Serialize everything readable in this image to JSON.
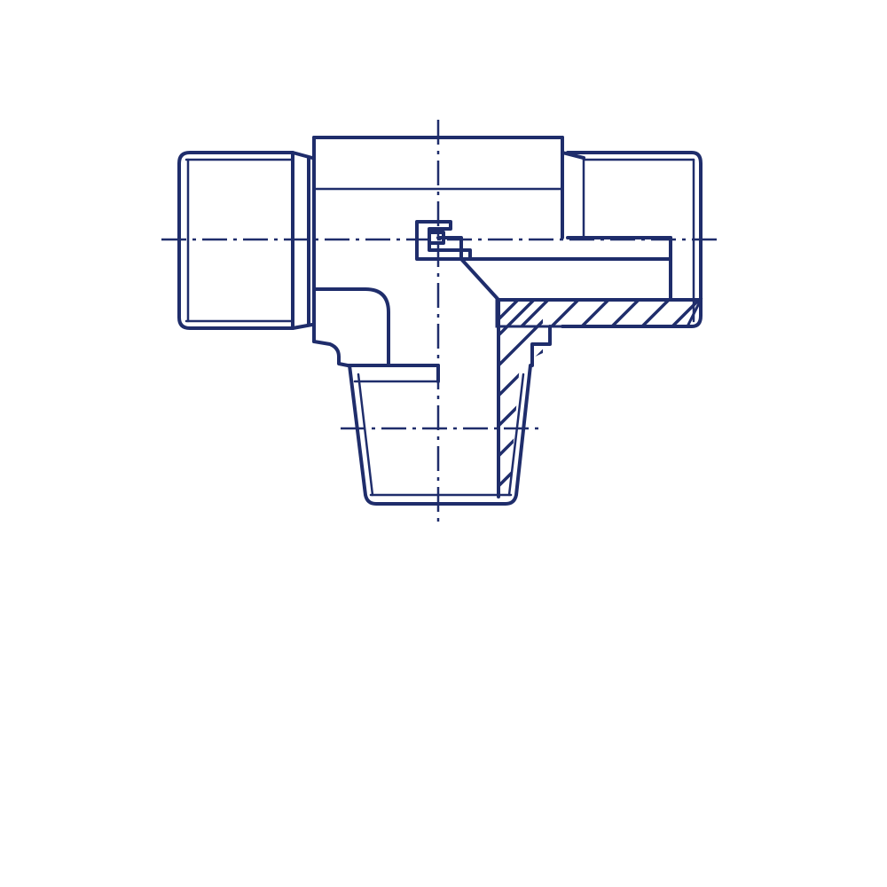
{
  "figure": {
    "subject": "tee-fitting-half-section-drawing",
    "colors": {
      "line": "#1f2d6b",
      "background": "#ffffff"
    },
    "views": [
      "outline-half",
      "section-half"
    ]
  }
}
